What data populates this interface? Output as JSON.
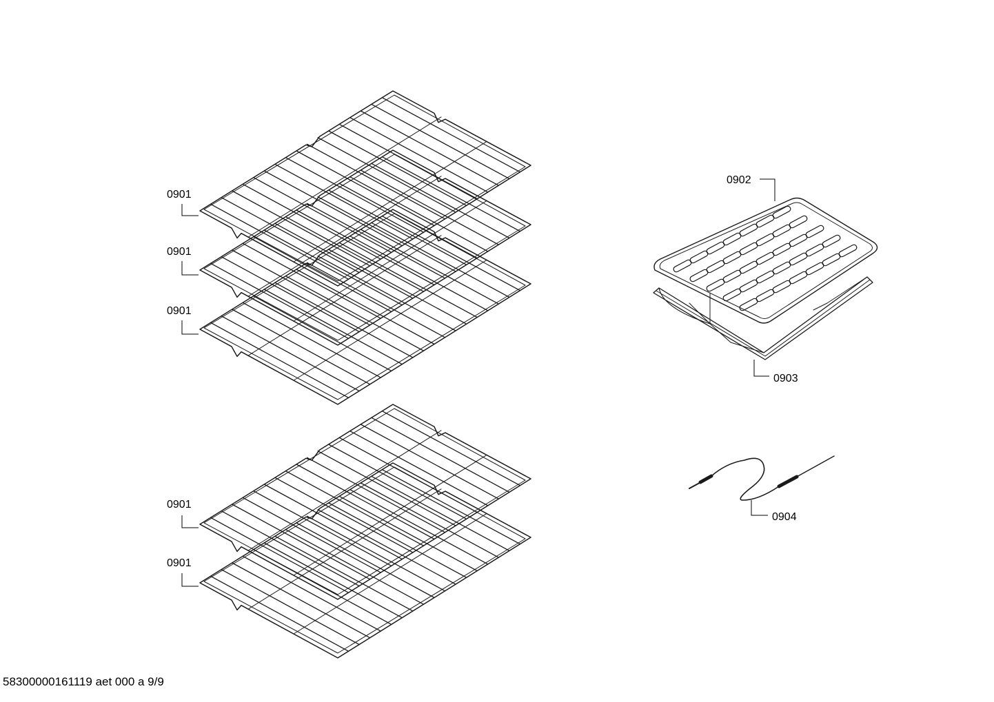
{
  "labels": {
    "rack1": "0901",
    "rack2": "0901",
    "rack3": "0901",
    "rack4": "0901",
    "rack5": "0901",
    "broil_grid": "0902",
    "broil_pan": "0903",
    "probe": "0904"
  },
  "footer": "58300000161119 aet 000 a 9/9"
}
